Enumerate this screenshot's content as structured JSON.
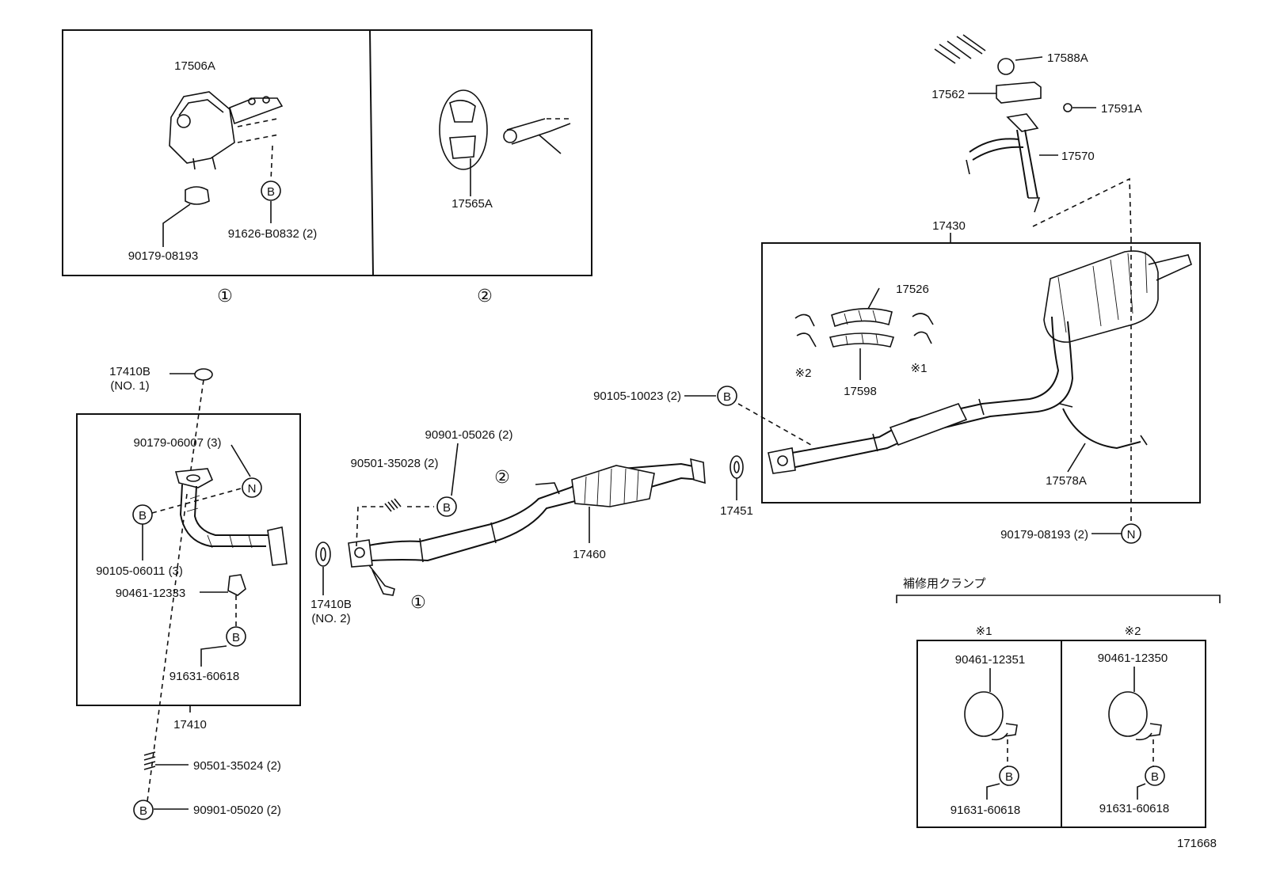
{
  "diagram_number": "171668",
  "inset_labels": {
    "inset1": "①",
    "inset2": "②"
  },
  "callouts": {
    "b": "B",
    "n": "N",
    "ref1": "①",
    "ref2": "②",
    "mark1": "※1",
    "mark2": "※2"
  },
  "parts": {
    "p17506A": "17506A",
    "p90179_08193": "90179-08193",
    "p91626_B0832": "91626-B0832 (2)",
    "p17565A": "17565A",
    "p17588A": "17588A",
    "p17562": "17562",
    "p17591A": "17591A",
    "p17570": "17570",
    "p17430": "17430",
    "p17526": "17526",
    "p17598": "17598",
    "p17578A": "17578A",
    "p90179_08193_2": "90179-08193 (2)",
    "p90105_10023": "90105-10023 (2)",
    "p17451": "17451",
    "p17460": "17460",
    "p90901_05026": "90901-05026 (2)",
    "p90501_35028": "90501-35028 (2)",
    "p17410B_1": "17410B",
    "p17410B_1_sub": "(NO. 1)",
    "p17410B_2": "17410B",
    "p17410B_2_sub": "(NO. 2)",
    "p90179_06007": "90179-06007 (3)",
    "p90105_06011": "90105-06011 (3)",
    "p90461_12333": "90461-12333",
    "p91631_60618_a": "91631-60618",
    "p17410": "17410",
    "p90501_35024": "90501-35024 (2)",
    "p90901_05020": "90901-05020 (2)"
  },
  "repair_clamp": {
    "title": "補修用クランプ",
    "col1_mark": "※1",
    "col1_part": "90461-12351",
    "col1_bolt": "91631-60618",
    "col2_mark": "※2",
    "col2_part": "90461-12350",
    "col2_bolt": "91631-60618"
  }
}
